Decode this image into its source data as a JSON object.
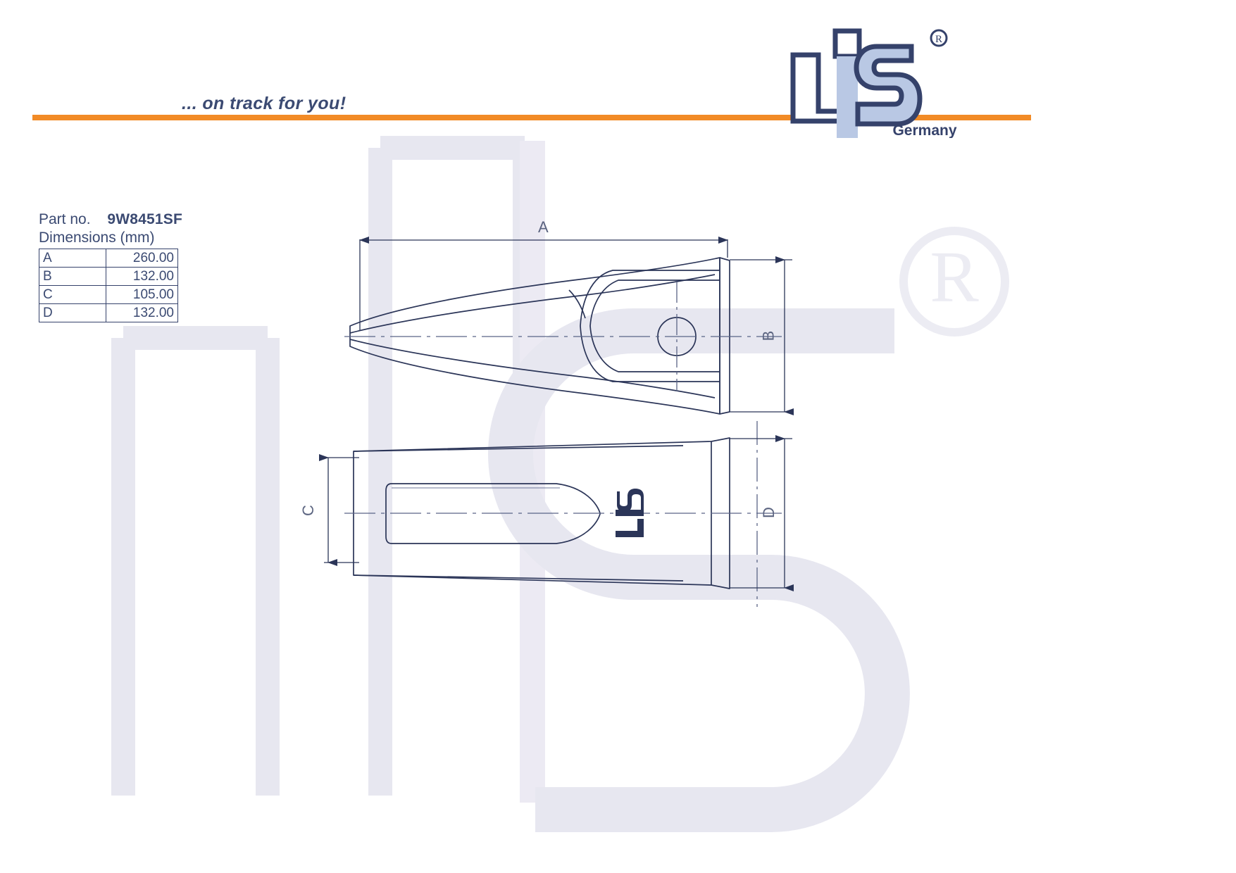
{
  "header": {
    "tagline": "... on track for you!",
    "rule_color": "#f28b26",
    "logo": {
      "letters": "LiS",
      "country": "Germany",
      "registered_mark": "®",
      "outline_color": "#35426b",
      "fill_color": "#b9c8e4"
    }
  },
  "part": {
    "part_no_label": "Part no.",
    "part_no_value": "9W8451SF",
    "dimensions_caption": "Dimensions (mm)",
    "table": {
      "rows": [
        {
          "key": "A",
          "value": "260.00"
        },
        {
          "key": "B",
          "value": "132.00"
        },
        {
          "key": "C",
          "value": "105.00"
        },
        {
          "key": "D",
          "value": "132.00"
        }
      ]
    }
  },
  "drawing": {
    "labels": {
      "a": "A",
      "b": "B",
      "c": "C",
      "d": "D"
    },
    "line_color": "#2b3558",
    "center_line_color": "#5a6486",
    "stamp": "LiS"
  },
  "watermark": {
    "letters": "LiS",
    "registered_mark": "®",
    "color": "#e6e6ef"
  },
  "chart_data": {
    "type": "table",
    "title": "Dimensions (mm)",
    "categories": [
      "A",
      "B",
      "C",
      "D"
    ],
    "values": [
      260.0,
      132.0,
      105.0,
      132.0
    ],
    "xlabel": "",
    "ylabel": "mm"
  }
}
